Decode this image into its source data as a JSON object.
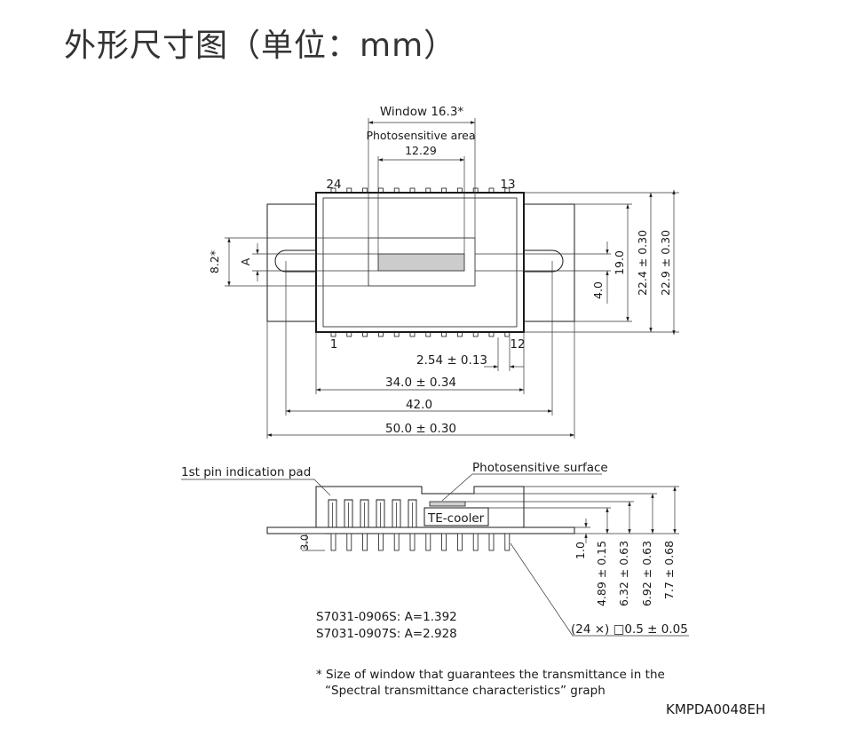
{
  "title": "外形尺寸图（单位：mm）",
  "top_view": {
    "window_label": "Window 16.3*",
    "photosensitive_label": "Photosensitive area",
    "photosensitive_width": "12.29",
    "pin_24": "24",
    "pin_13": "13",
    "pin_1": "1",
    "pin_12": "12",
    "dim_pitch": "2.54 ± 0.13",
    "dim_body_width": "34.0 ± 0.34",
    "dim_slot_span": "42.0",
    "dim_total_width": "50.0 ± 0.30",
    "dim_window_height": "8.2*",
    "dim_a": "A",
    "dim_4": "4.0",
    "dim_19": "19.0",
    "dim_22_4": "22.4 ± 0.30",
    "dim_22_9": "22.9 ± 0.30"
  },
  "side_view": {
    "first_pin_label": "1st pin indication pad",
    "photosensitive_surface": "Photosensitive surface",
    "te_cooler": "TE-cooler",
    "dim_3": "3.0",
    "dim_1": "1.0",
    "dim_4_89": "4.89 ± 0.15",
    "dim_6_32": "6.32 ± 0.63",
    "dim_6_92": "6.92 ± 0.63",
    "dim_7_7": "7.7 ± 0.68",
    "pin_size": "(24 ×) □0.5 ± 0.05"
  },
  "notes": {
    "model_1": "S7031-0906S: A=1.392",
    "model_2": "S7031-0907S: A=2.928",
    "footnote_1": "* Size of window that guarantees the transmittance in the",
    "footnote_2": "“Spectral transmittance characteristics” graph",
    "drawing_code": "KMPDA0048EH"
  }
}
